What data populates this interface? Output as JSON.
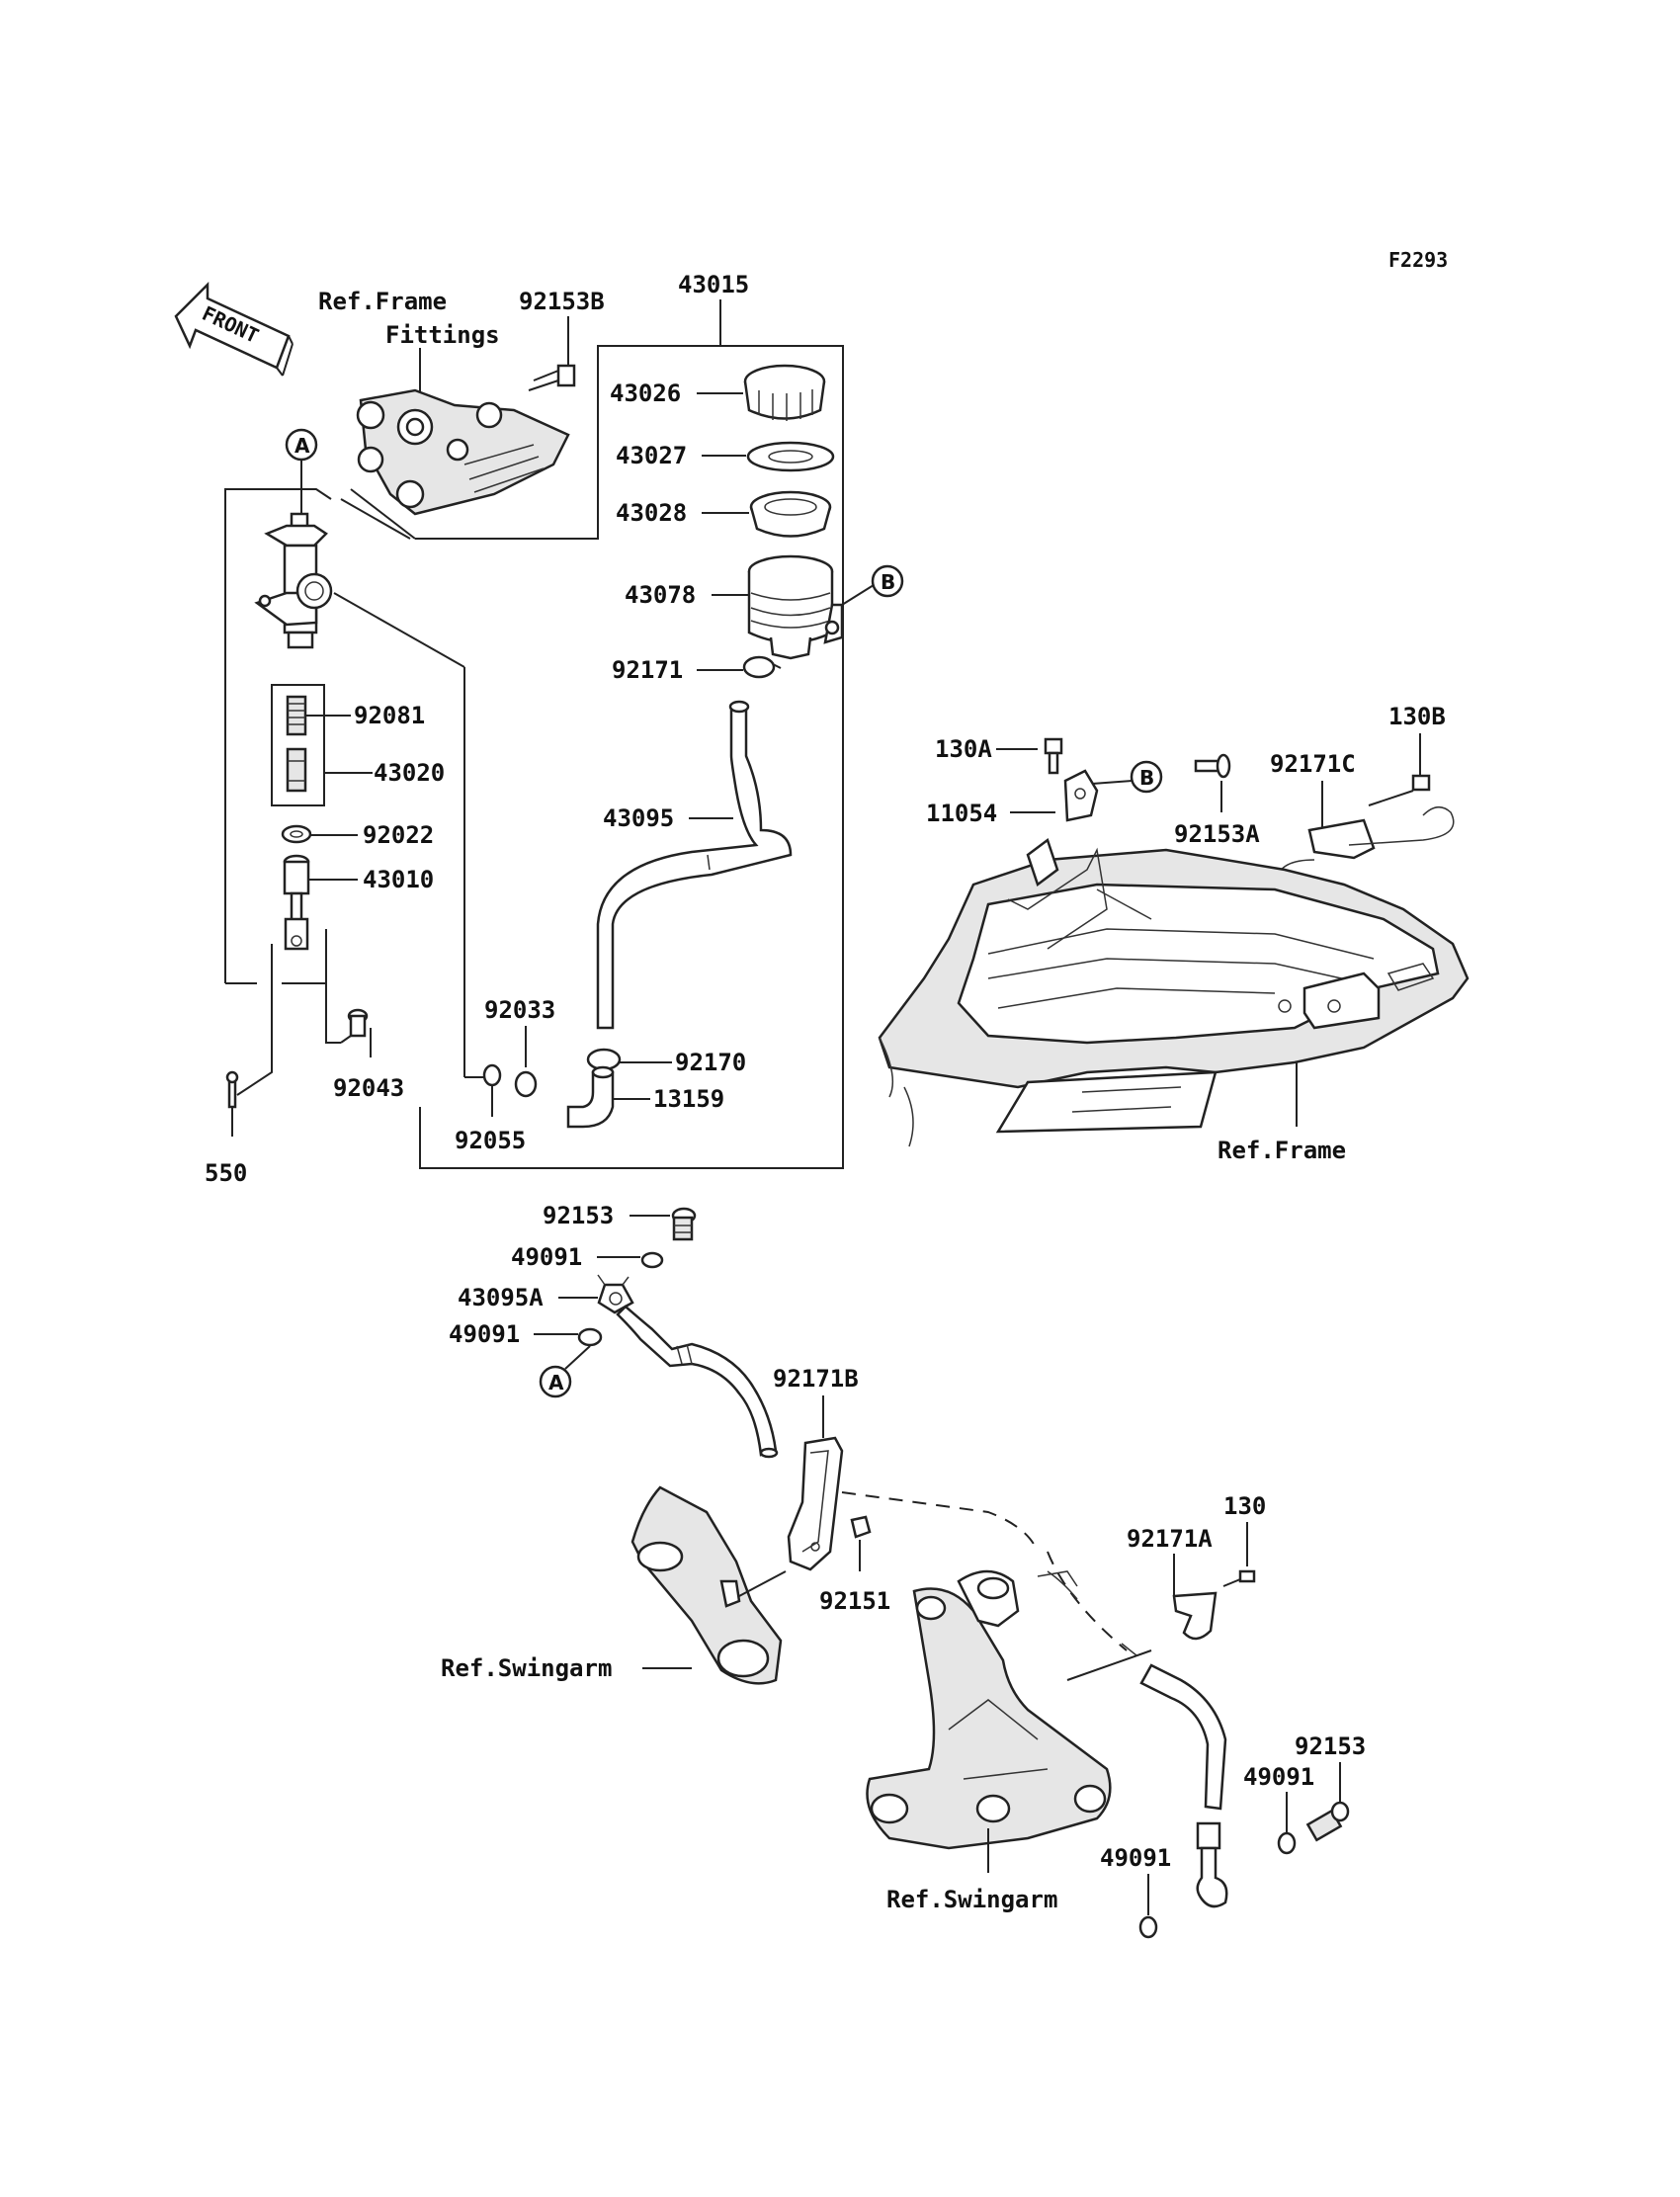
{
  "figure_code": "F2293",
  "front_label": "FRONT",
  "callouts": {
    "a_top": "A",
    "a_bottom": "A",
    "b_reservoir": "B",
    "b_bracket": "B"
  },
  "refs": {
    "frame_fittings_line1": "Ref.Frame",
    "frame_fittings_line2": "Fittings",
    "frame": "Ref.Frame",
    "swingarm_left": "Ref.Swingarm",
    "swingarm_bottom": "Ref.Swingarm"
  },
  "parts": {
    "p92153B": "92153B",
    "p43015": "43015",
    "p43026": "43026",
    "p43027": "43027",
    "p43028": "43028",
    "p43078": "43078",
    "p92171": "92171",
    "p92081": "92081",
    "p43020": "43020",
    "p43095": "43095",
    "p92022": "92022",
    "p43010": "43010",
    "p92033": "92033",
    "p92170": "92170",
    "p13159": "13159",
    "p92043": "92043",
    "p92055": "92055",
    "p550": "550",
    "p130A": "130A",
    "p11054": "11054",
    "p92153A": "92153A",
    "p92171C": "92171C",
    "p130B": "130B",
    "p92153_top": "92153",
    "p49091_a": "49091",
    "p43095A": "43095A",
    "p49091_b": "49091",
    "p92171B": "92171B",
    "p92151": "92151",
    "p130": "130",
    "p92171A": "92171A",
    "p92153_bottom": "92153",
    "p49091_c": "49091",
    "p49091_d": "49091"
  }
}
